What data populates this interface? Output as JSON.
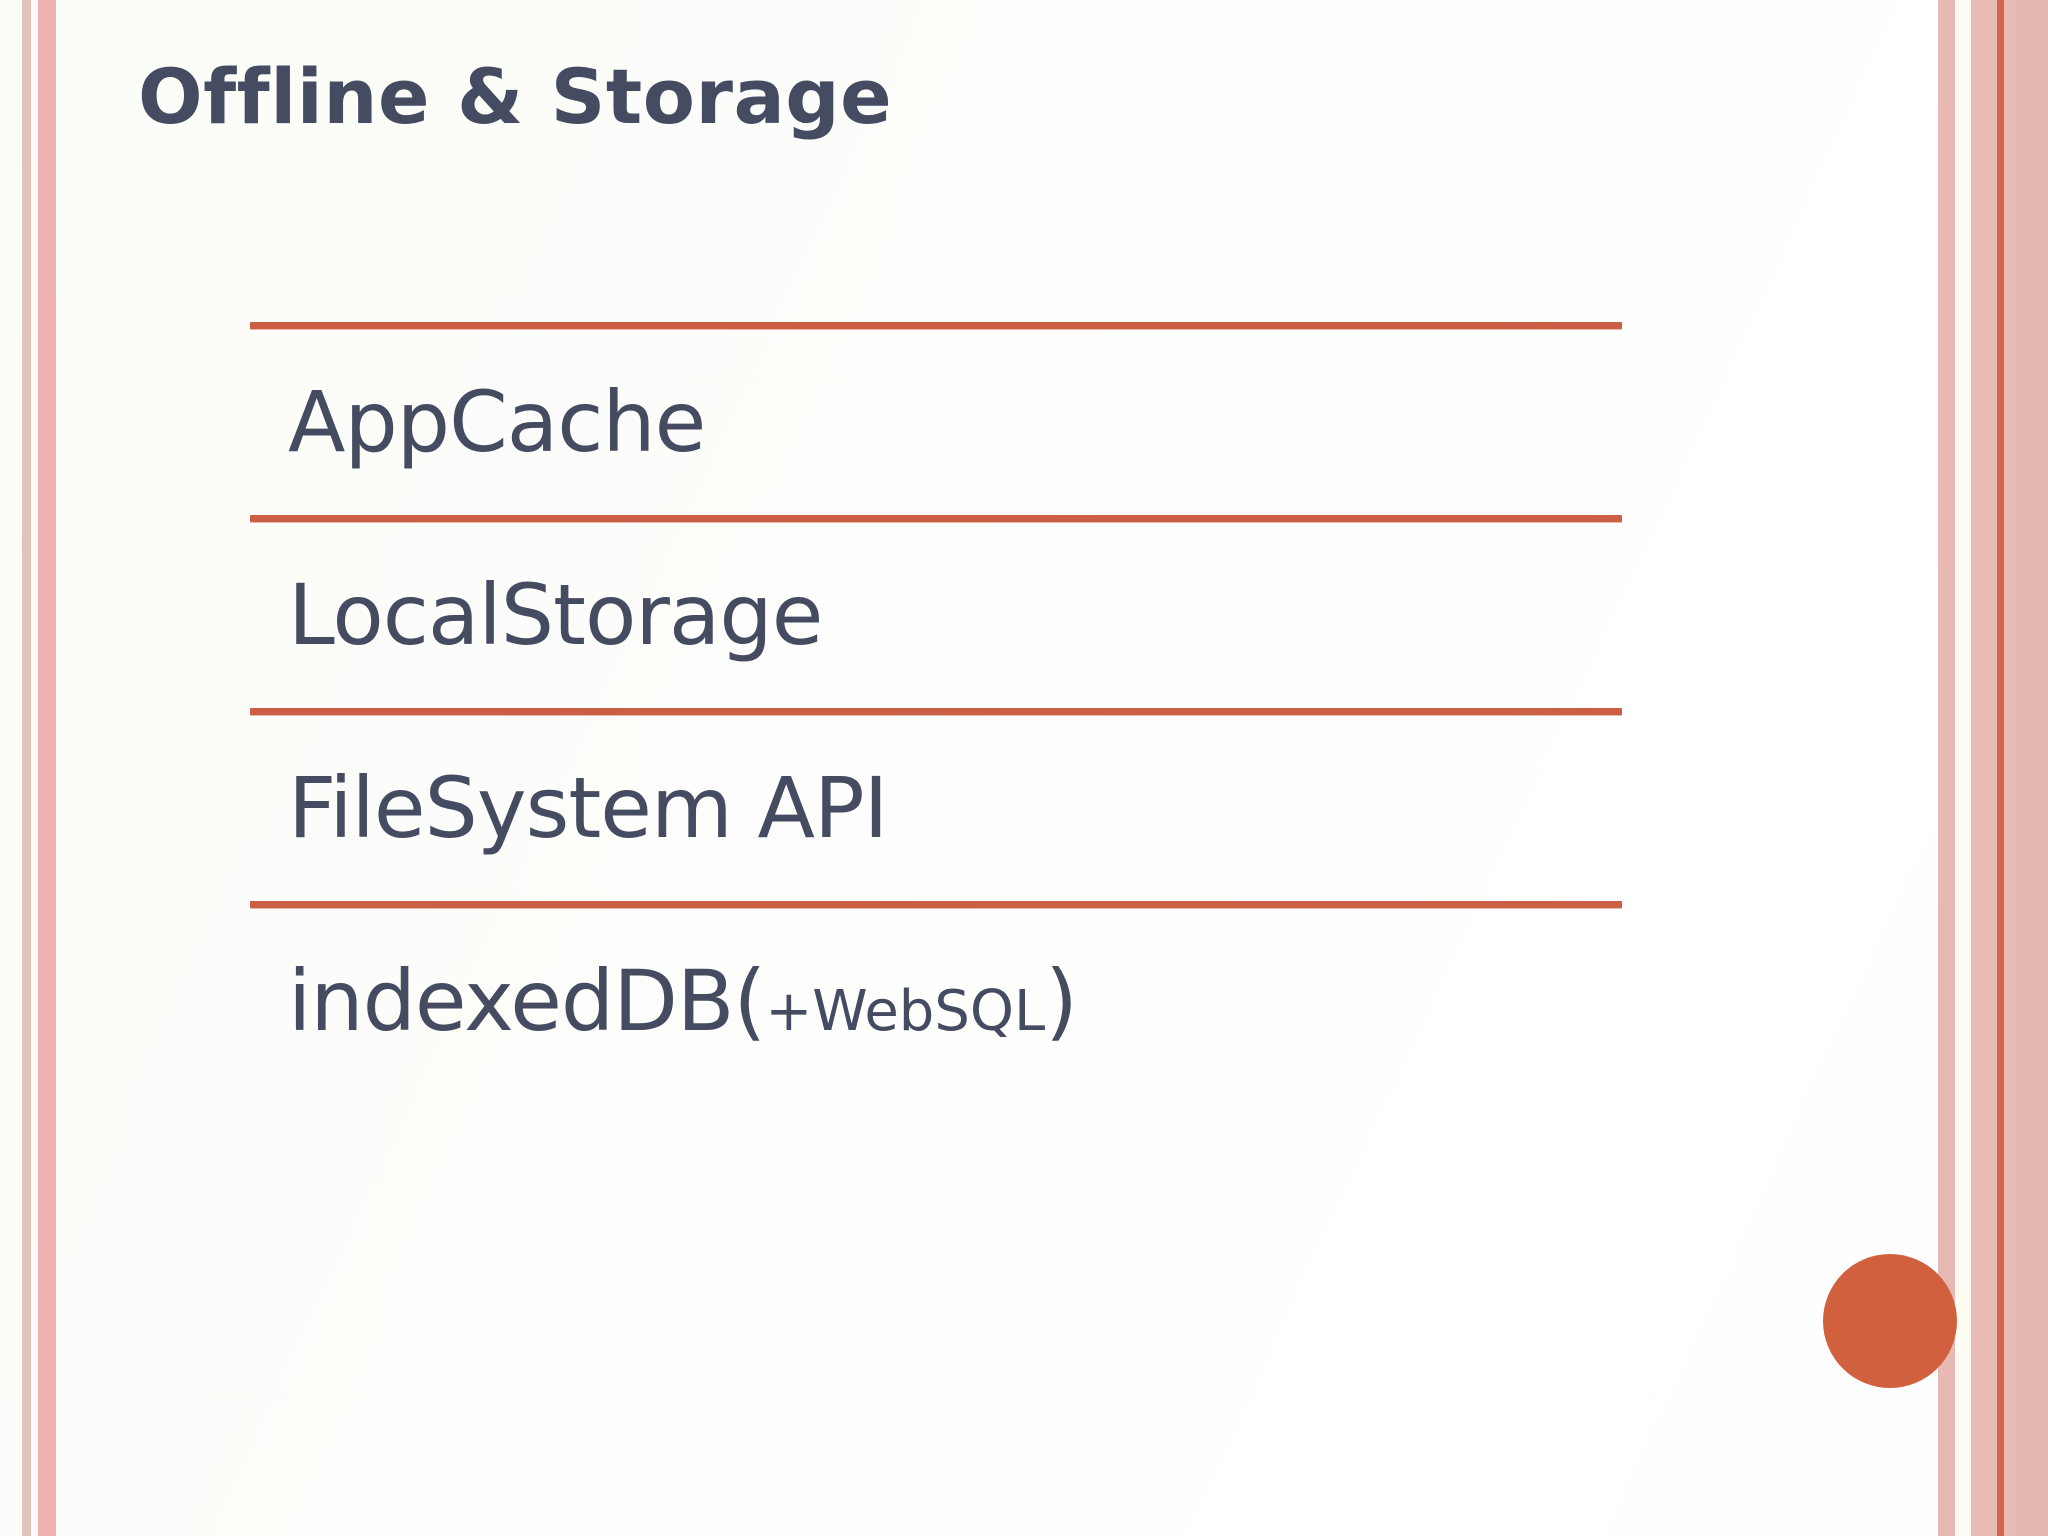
{
  "slide": {
    "title": "Offline & Storage",
    "background_color": "#fdfdf8",
    "accent_color": "#cb5f45",
    "text_color": "#454c61",
    "circle_color": "#d1603f"
  },
  "list": {
    "items": [
      {
        "label": "AppCache",
        "sub": ""
      },
      {
        "label": "LocalStorage",
        "sub": ""
      },
      {
        "label": "FileSystem API",
        "sub": ""
      },
      {
        "label": "indexedDB(",
        "sub": "+WebSQL",
        "tail": ")"
      }
    ]
  },
  "decor": {
    "left_stripes": [
      "#e2c4bc",
      "#fdfbf7",
      "#eeb2b0"
    ],
    "right_stripes": [
      "#e8b9b3",
      "#fdfdf4",
      "#e8bdb7",
      "#d4674a",
      "#e9bcb6",
      "#e6b8b2"
    ],
    "circle_label": "accent-dot"
  }
}
